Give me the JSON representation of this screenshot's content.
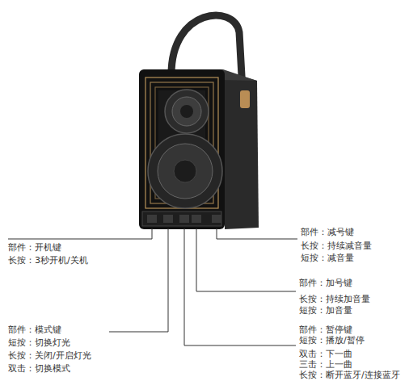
{
  "diagram": {
    "labels": [
      "部件：开机键",
      "长按：3秒开机/关机",
      "部件：模式键",
      "短按：切换灯光",
      "长按：关闭/开启灯光",
      "双击：切换模式",
      "部件：减号键",
      "长按：持续减音量",
      "短按：减音量",
      "部件：加号键",
      "长按：持续加音量",
      "短按：加音量",
      "部件：暂停键",
      "短按：播放/暂停",
      "双击：下一曲",
      "三击：上一曲",
      "长按：断开蓝牙/连接蓝牙"
    ]
  }
}
